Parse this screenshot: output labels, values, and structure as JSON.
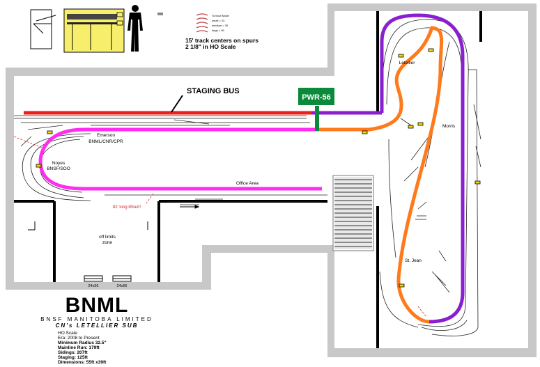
{
  "header": {
    "spacing_note": "15' track centers on spurs",
    "scale_note": "2 1/8\" in HO Scale",
    "curve_labels": [
      "Turnout Mode",
      "small = 24",
      "medium = 30",
      "large = 60"
    ]
  },
  "labels": {
    "staging_bus": "STAGING BUS",
    "power_district": "PWR-56",
    "emerson": "Emerson",
    "emerson_sub": "BNML/CNR/CPR",
    "noyes": "Noyes",
    "noyes_sub": "BNSF/SOO",
    "office_area": "Office Area",
    "liftout": "82' long liftout!!",
    "off_limits_1": "off limits",
    "off_limits_2": "zone",
    "letellier": "Letellier",
    "morris": "Morris",
    "st_jean": "St. Jean",
    "window_1": "24x56",
    "window_2": "24x56"
  },
  "title_block": {
    "title": "BNML",
    "subtitle": "BNSF MANITOBA LIMITED",
    "subtitle2": "CN's LETELLIER SUB"
  },
  "specs": {
    "scale": "HO Scale",
    "era": "Era: 2008 to Present",
    "radius": "Minimum Radius 32.5\"",
    "mainline": "Mainline Run: 179ft",
    "sidings": "Sidings: 207ft",
    "staging": "Staging: 125ft",
    "dimensions": "Dimensions: 55ft x39ft"
  },
  "colors": {
    "wall": "#c8c8c8",
    "staging_bus": "#e8211b",
    "mainline_magenta": "#ff2df0",
    "mainline_orange": "#ff7a1a",
    "mainline_purple": "#8a1fd0",
    "power_sign": "#0a8a3a",
    "figure_highlight": "#f7ef6c"
  }
}
